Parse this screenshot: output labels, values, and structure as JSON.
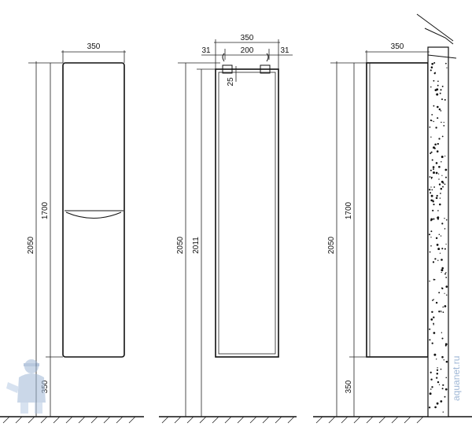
{
  "views": {
    "front": {
      "width_label": "350",
      "total_height_label": "2050",
      "cabinet_height_label": "1700",
      "floor_gap_label": "350"
    },
    "back": {
      "width_label": "350",
      "side_offset_left_label": "31",
      "mount_spacing_label": "200",
      "side_offset_right_label": "31",
      "mount_depth_label": "25",
      "total_height_label": "2050",
      "mount_height_label": "2011"
    },
    "side": {
      "depth_label": "350",
      "total_height_label": "2050",
      "cabinet_height_label": "1700",
      "floor_gap_label": "350"
    }
  },
  "watermark": {
    "text": "aquanet.ru"
  },
  "colors": {
    "line": "#111111",
    "mascot": "#9fb7d6"
  }
}
